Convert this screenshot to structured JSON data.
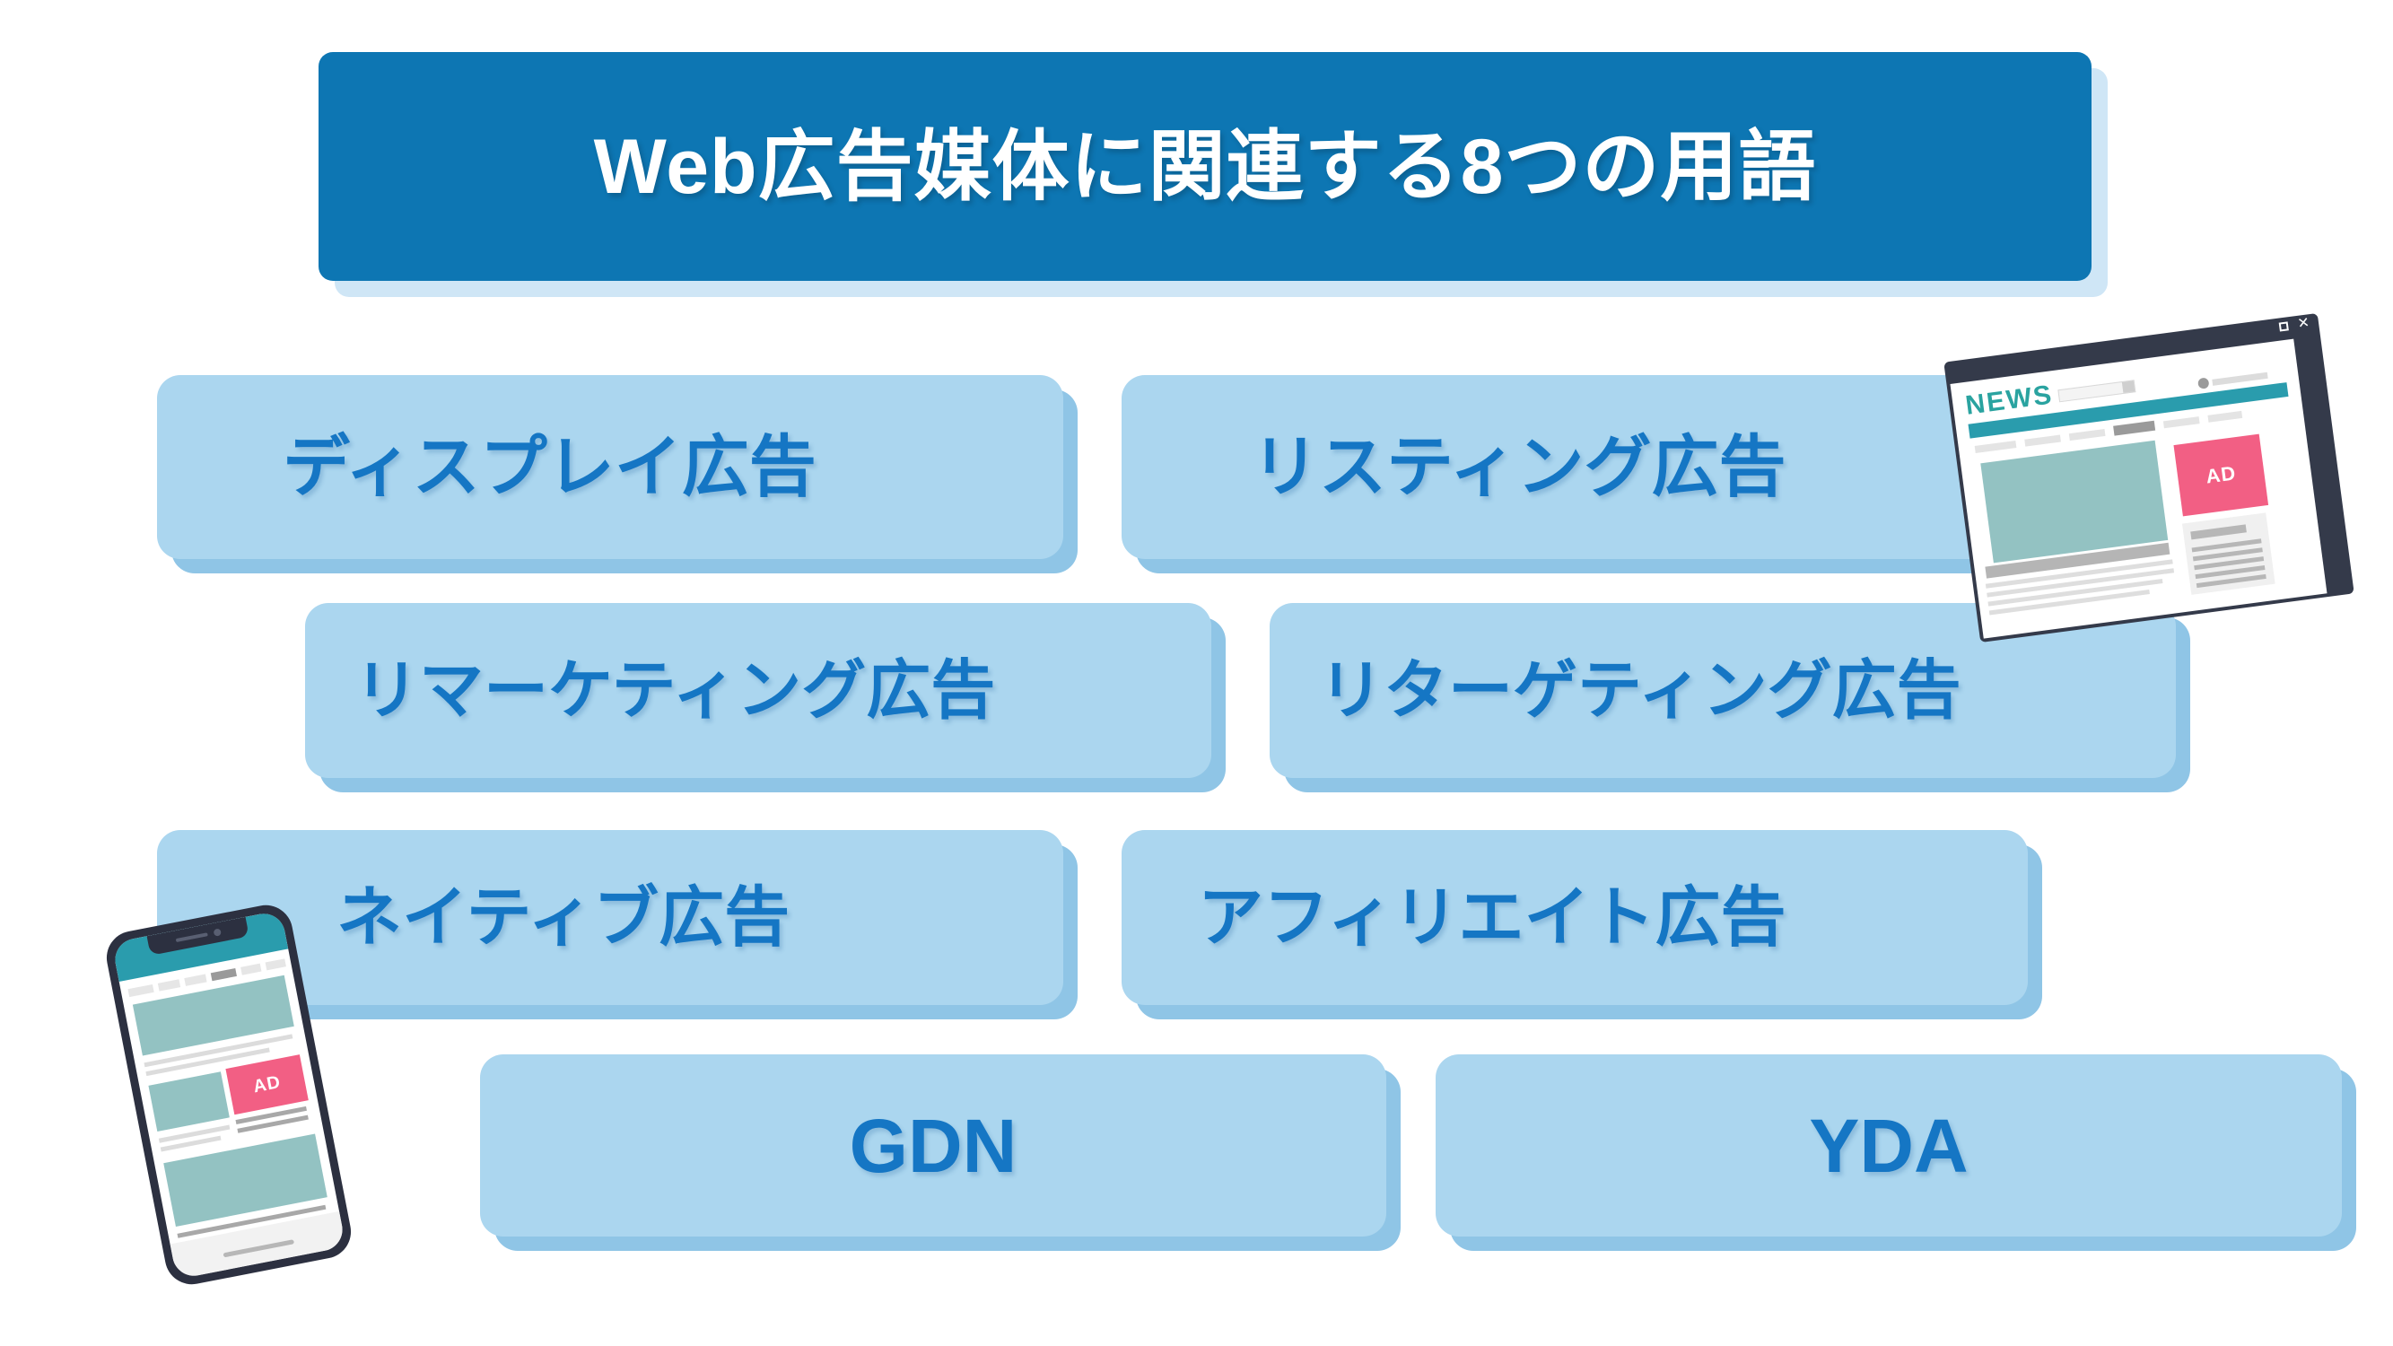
{
  "banner": {
    "title": "Web広告媒体に関連する8つの用語"
  },
  "colors": {
    "banner_blue": "#0d76b3",
    "banner_shadow": "#cfe6f6",
    "pill_fill": "#abd6ef",
    "pill_shadow": "#8fc5e6",
    "pill_text": "#1576c4",
    "illustration_teal": "#2a9cad",
    "illustration_block": "#93c2c2",
    "ad_pink": "#f25f84",
    "device_dark": "#2c3040",
    "page_background": "#ffffff"
  },
  "terms": [
    {
      "id": "display",
      "label": "ディスプレイ広告"
    },
    {
      "id": "listing",
      "label": "リスティング広告"
    },
    {
      "id": "remarket",
      "label": "リマーケティング広告"
    },
    {
      "id": "retarget",
      "label": "リターゲティング広告"
    },
    {
      "id": "native",
      "label": "ネイティブ広告"
    },
    {
      "id": "affiliate",
      "label": "アフィリエイト広告"
    },
    {
      "id": "gdn",
      "label": "GDN"
    },
    {
      "id": "yda",
      "label": "YDA"
    }
  ],
  "browser_illustration": {
    "site_name": "NEWS",
    "ad_label": "AD",
    "window_controls": [
      "maximize",
      "close"
    ]
  },
  "phone_illustration": {
    "ad_label": "AD"
  }
}
